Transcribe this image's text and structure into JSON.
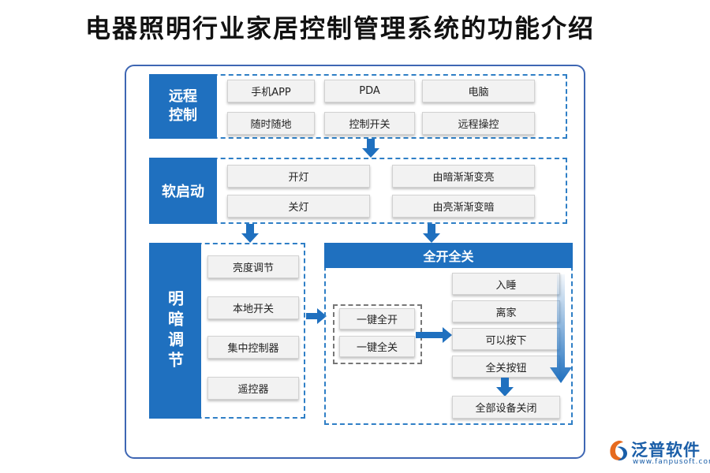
{
  "title": "电器照明行业家居控制管理系统的功能介绍",
  "sections": {
    "remote": {
      "label": "远程控制",
      "items": [
        "手机APP",
        "PDA",
        "电脑",
        "随时随地",
        "控制开关",
        "远程操控"
      ]
    },
    "soft_start": {
      "label": "软启动",
      "items": [
        "开灯",
        "由暗渐渐变亮",
        "关灯",
        "由亮渐渐变暗"
      ]
    },
    "dimming": {
      "label": "明暗调节",
      "items": [
        "亮度调节",
        "本地开关",
        "集中控制器",
        "遥控器"
      ]
    },
    "all_on_off": {
      "label": "全开全关",
      "one_key": [
        "一键全开",
        "一键全关"
      ],
      "scenes": [
        "入睡",
        "离家",
        "可以按下",
        "全关按钮"
      ],
      "result": "全部设备关闭"
    }
  },
  "brand": {
    "name": "泛普软件",
    "url": "www.fanpusoft.com"
  },
  "colors": {
    "accent": "#1f70bf",
    "dash": "#2f7fc6",
    "frame": "#3e66b3"
  },
  "icons": [
    "down-arrow-icon",
    "right-arrow-icon",
    "brand-logo-icon"
  ]
}
